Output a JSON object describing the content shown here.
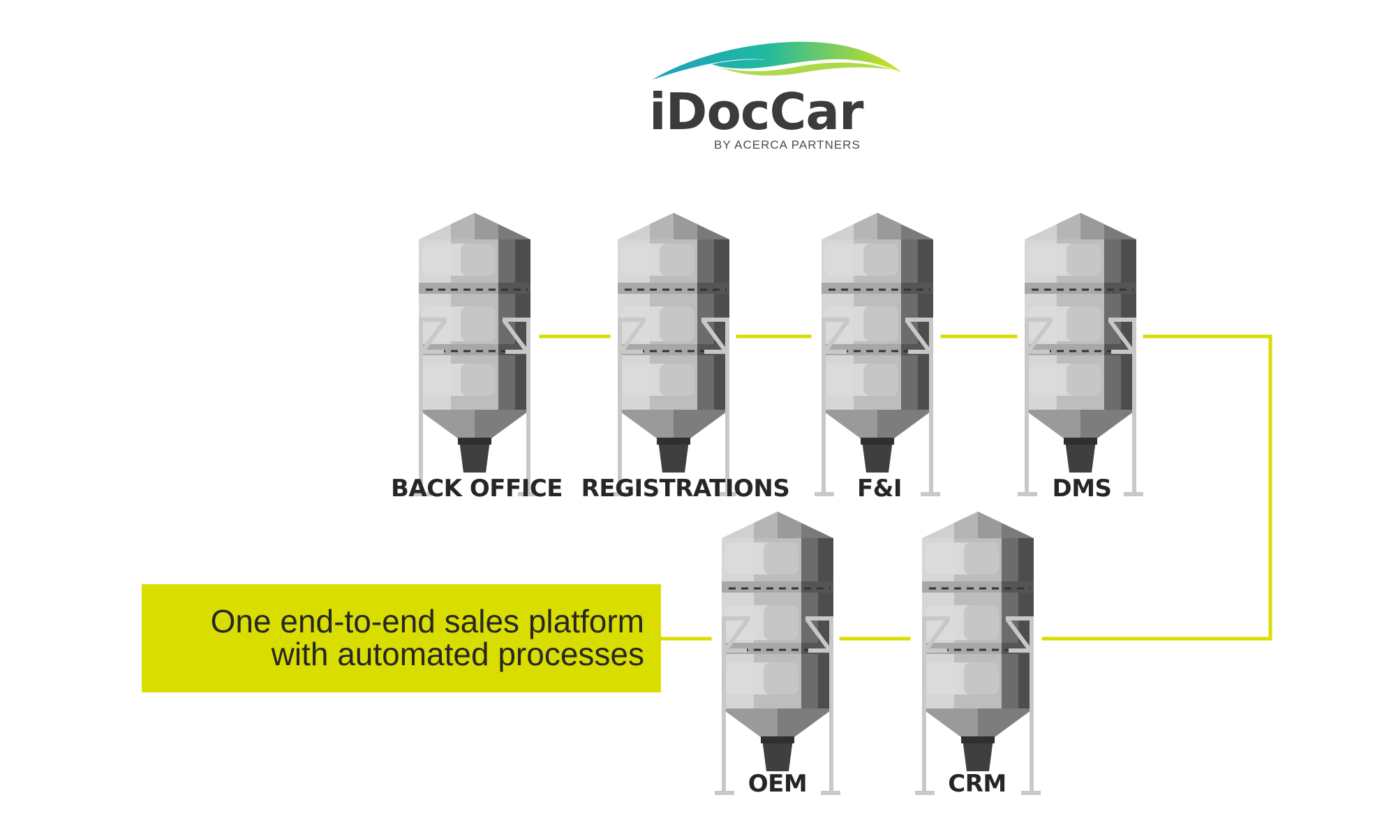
{
  "brand": {
    "name": "iDocCar",
    "tagline": "BY ACERCA PARTNERS",
    "colors": {
      "swoosh_blue": "#1aa5b8",
      "swoosh_green": "#c8dc1e",
      "text": "#3b3b3b"
    }
  },
  "colors": {
    "connector": "#d9dd00",
    "callout_bg": "#d9dd00",
    "label": "#262626"
  },
  "silos": [
    {
      "id": "back-office",
      "label": "BACK OFFICE"
    },
    {
      "id": "registrations",
      "label": "REGISTRATIONS"
    },
    {
      "id": "f-and-i",
      "label": "F&I"
    },
    {
      "id": "dms",
      "label": "DMS"
    },
    {
      "id": "oem",
      "label": "OEM"
    },
    {
      "id": "crm",
      "label": "CRM"
    }
  ],
  "callout": {
    "line1": "One end-to-end sales platform",
    "line2": "with automated processes"
  }
}
